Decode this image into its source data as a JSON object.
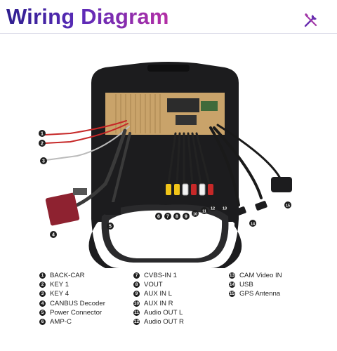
{
  "title": "Wiring Diagram",
  "icon": "tools-icon",
  "callouts": [
    "1",
    "2",
    "3",
    "4",
    "5",
    "6",
    "7",
    "8",
    "9",
    "10",
    "11",
    "12",
    "13",
    "14",
    "15"
  ],
  "legend": {
    "col1": [
      {
        "num": "1",
        "label": "BACK-CAR"
      },
      {
        "num": "2",
        "label": "KEY 1"
      },
      {
        "num": "3",
        "label": "KEY 4"
      },
      {
        "num": "4",
        "label": "CANBUS Decoder"
      },
      {
        "num": "5",
        "label": "Power Connector"
      },
      {
        "num": "6",
        "label": "AMP-C"
      }
    ],
    "col2": [
      {
        "num": "7",
        "label": "CVBS-IN 1"
      },
      {
        "num": "8",
        "label": "VOUT"
      },
      {
        "num": "9",
        "label": "AUX IN L"
      },
      {
        "num": "10",
        "label": "AUX IN R"
      },
      {
        "num": "11",
        "label": "Audio OUT L"
      },
      {
        "num": "12",
        "label": "Audio OUT R"
      }
    ],
    "col3": [
      {
        "num": "13",
        "label": "CAM Video IN"
      },
      {
        "num": "14",
        "label": "USB"
      },
      {
        "num": "15",
        "label": "GPS Antenna"
      }
    ]
  },
  "colors": {
    "title_start": "#2f1f8f",
    "title_end": "#b52fa5",
    "frame": "#1c1c1e",
    "unit_back": "#c9a36a",
    "wire_red": "#c62828",
    "rca_yellow": "#f0c419",
    "rca_white": "#f2f2f2",
    "decoder": "#8e2230"
  }
}
